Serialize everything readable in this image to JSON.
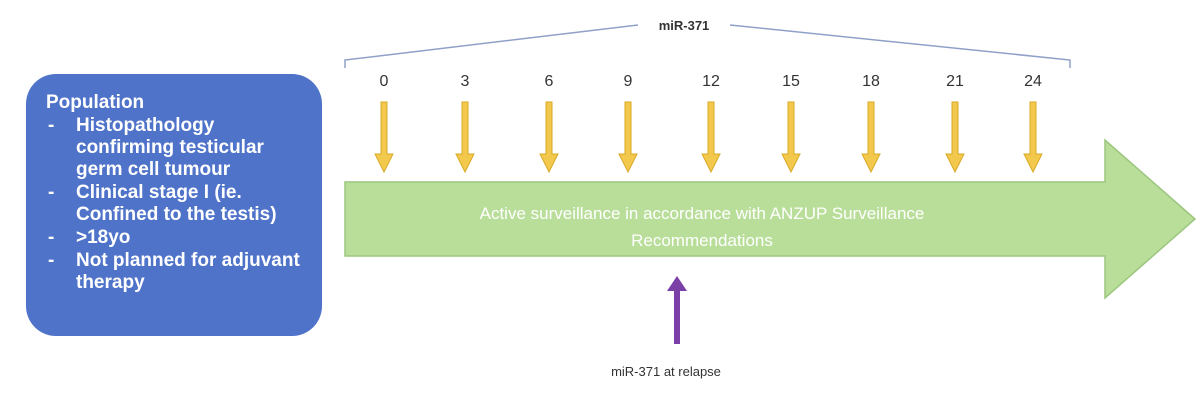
{
  "bracket_label": "miR-371",
  "timepoints": [
    "0",
    "3",
    "6",
    "9",
    "12",
    "15",
    "18",
    "21",
    "24"
  ],
  "population": {
    "title": "Population",
    "items": [
      "Histopathology confirming testicular germ cell tumour",
      "Clinical stage I (ie. Confined to the testis)",
      ">18yo",
      "Not planned for adjuvant therapy"
    ]
  },
  "surveillance": {
    "line1": "Active surveillance in accordance with ANZUP Surveillance",
    "line2": "Recommendations"
  },
  "relapse_label": "miR-371 at relapse",
  "colors": {
    "population_fill": "#4F73C9",
    "arrow_fill": "#B9DE9A",
    "arrow_stroke": "#9CC67E",
    "timepoint_arrow": "#F2C94C",
    "timepoint_arrow_stroke": "#D9A825",
    "relapse_arrow": "#7B3FA8",
    "bracket": "#8FA0C8"
  }
}
